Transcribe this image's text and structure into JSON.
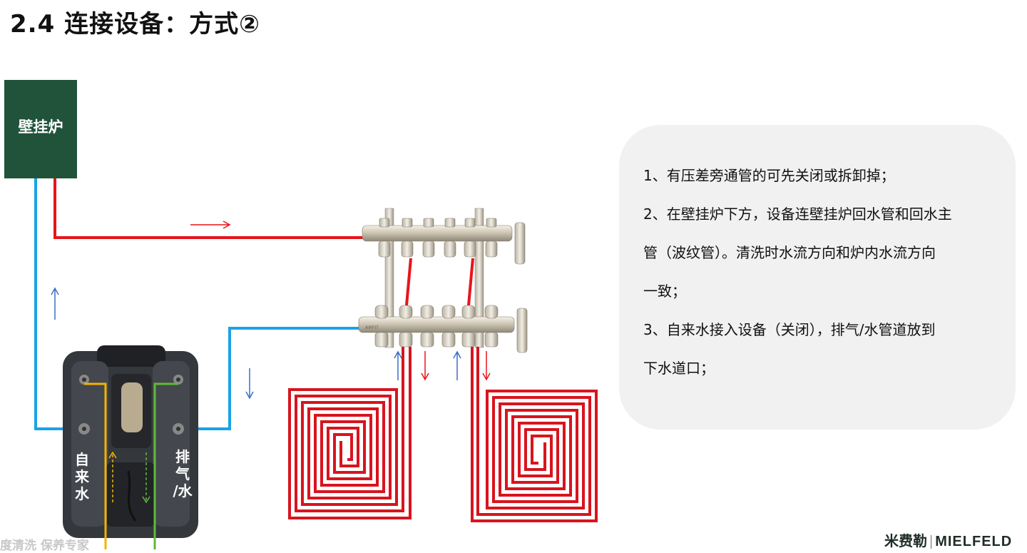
{
  "header": {
    "title": "2.4 连接设备：方式②"
  },
  "diagram": {
    "boiler_label": "壁挂炉",
    "inlet_label": [
      "自",
      "来",
      "水"
    ],
    "drain_label": [
      "排",
      "气",
      "/水"
    ],
    "manifold_brand": "AIRFIT",
    "colors": {
      "hot_pipe": "#e8141a",
      "cold_pipe": "#1aa3e6",
      "yellow_pipe": "#f0b400",
      "green_pipe": "#5fba3a",
      "arrow_red": "#e8141a",
      "arrow_blue": "#3c6cc8",
      "boiler_fill": "#20533a",
      "device_fill": "#3a3d42"
    }
  },
  "notes": [
    "1、有压差旁通管的可先关闭或拆卸掉；",
    "2、在壁挂炉下方，设备连壁挂炉回水管和回水主",
    "管（波纹管）。清洗时水流方向和炉内水流方向",
    "一致；",
    "3、自来水接入设备（关闭），排气/水管道放到",
    "下水道口；"
  ],
  "footer": {
    "slogan": "度清洗 保养专家",
    "brand_cn": "米费勒",
    "brand_separator": "|",
    "brand_en": "MIELFELD"
  }
}
